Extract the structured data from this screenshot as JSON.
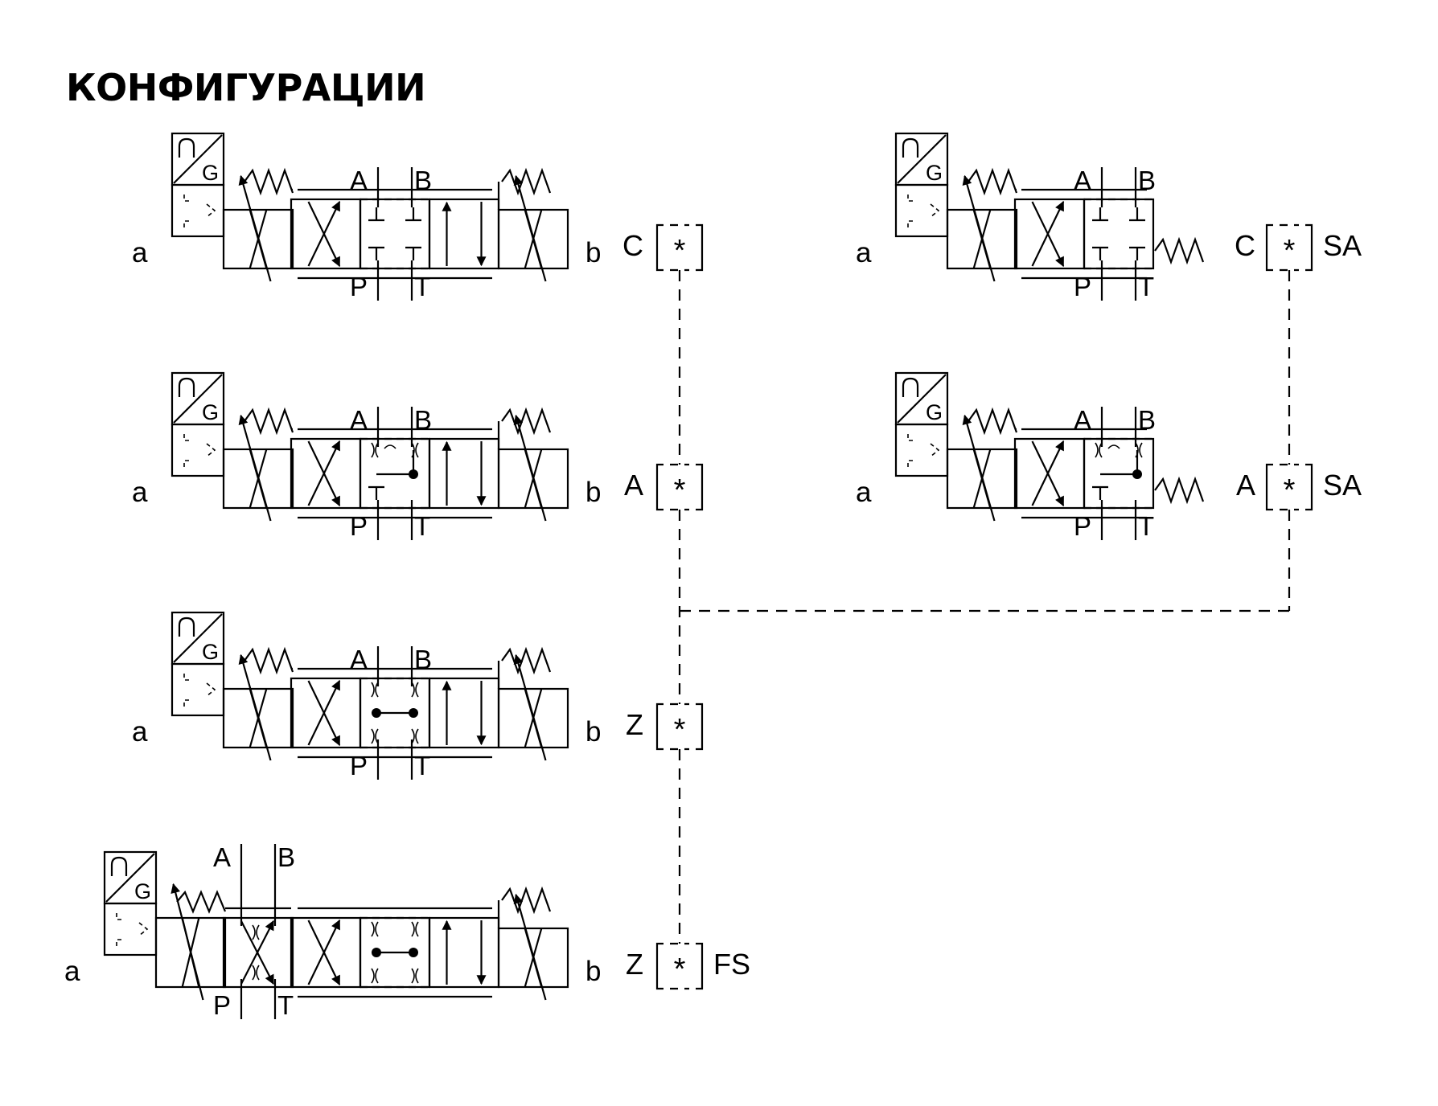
{
  "title": "КОНФИГУРАЦИИ",
  "labels": {
    "a": "a",
    "b": "b",
    "A": "A",
    "B": "B",
    "P": "P",
    "T": "T",
    "star": "*",
    "G": "G"
  },
  "configs": [
    {
      "code": "C",
      "suffix": ""
    },
    {
      "code": "A",
      "suffix": ""
    },
    {
      "code": "Z",
      "suffix": ""
    },
    {
      "code": "Z",
      "suffix": "FS"
    },
    {
      "code": "C",
      "suffix": "SA"
    },
    {
      "code": "A",
      "suffix": "SA"
    }
  ],
  "colors": {
    "line": "#000000",
    "background": "#ffffff"
  }
}
